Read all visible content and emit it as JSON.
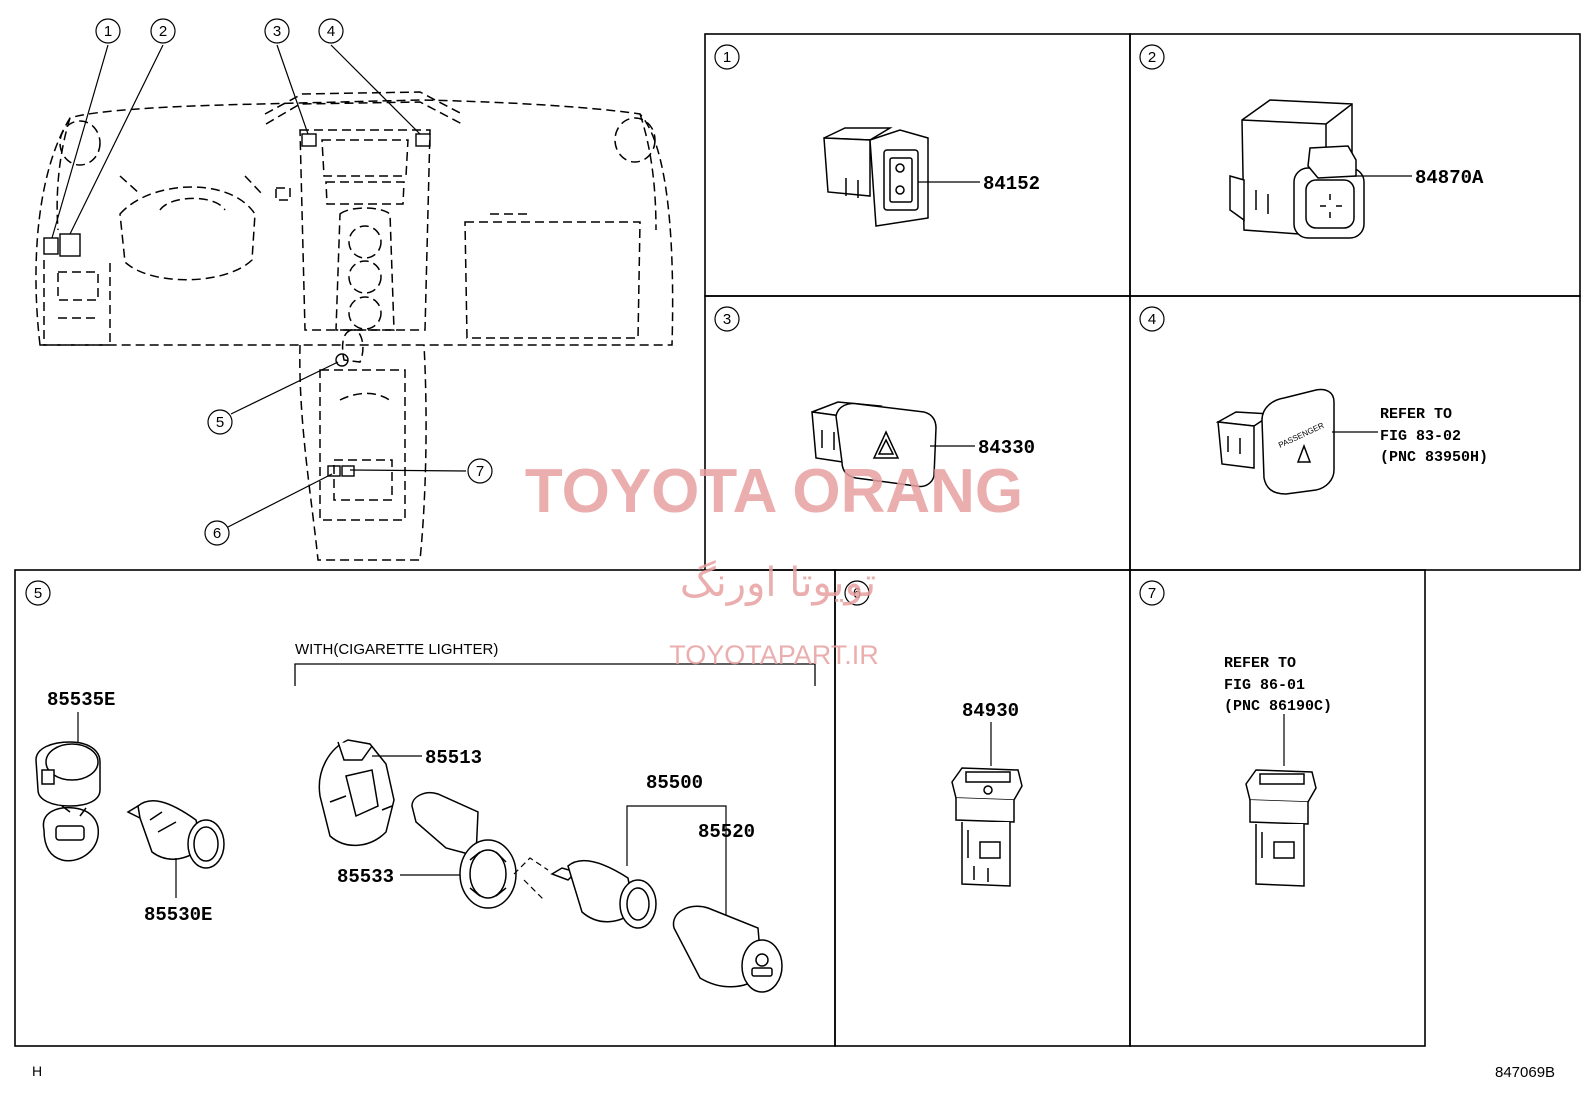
{
  "callouts": [
    "1",
    "2",
    "3",
    "4",
    "5",
    "6",
    "7"
  ],
  "parts": {
    "p84152": "84152",
    "p84870A": "84870A",
    "p84330": "84330",
    "p85535E": "85535E",
    "p85530E": "85530E",
    "p85513": "85513",
    "p85533": "85533",
    "p85500": "85500",
    "p85520": "85520",
    "p84930": "84930"
  },
  "refs": {
    "panel4": [
      "REFER TO",
      "FIG 83-02",
      "(PNC 83950H)"
    ],
    "panel7": [
      "REFER TO",
      "FIG 86-01",
      "(PNC 86190C)"
    ]
  },
  "labels": {
    "cigarette_group": "WITH(CIGARETTE LIGHTER)",
    "passenger_text": "PASSENGER"
  },
  "footer": {
    "left": "H",
    "right": "847069B"
  },
  "watermark": {
    "latin": "TOYOTA ORANG",
    "persian": "تویوتا اورنگ",
    "site": "TOYOTAPART.IR",
    "color": "#e8a0a0"
  },
  "colors": {
    "ink": "#000000"
  }
}
